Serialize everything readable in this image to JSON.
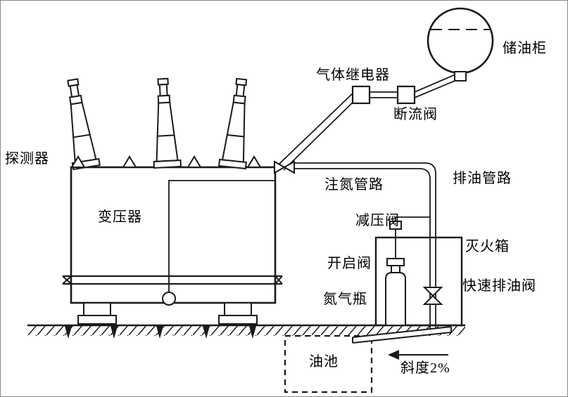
{
  "diagram": {
    "labels": {
      "detector": "探测器",
      "transformer": "变压器",
      "gas_relay": "气体继电器",
      "flow_cutoff_valve": "断流阀",
      "conservator": "储油柜",
      "nitrogen_injection_pipe": "注氮管路",
      "oil_drain_pipe": "排油管路",
      "pressure_reducing_valve": "减压阀",
      "opening_valve": "开启阀",
      "nitrogen_cylinder": "氮气瓶",
      "fire_box": "灭火箱",
      "quick_drain_valve": "快速排油阀",
      "oil_pit": "油池",
      "slope": "斜度2%"
    },
    "colors": {
      "line": "#1a1a1a",
      "background": "#ffffff"
    }
  }
}
